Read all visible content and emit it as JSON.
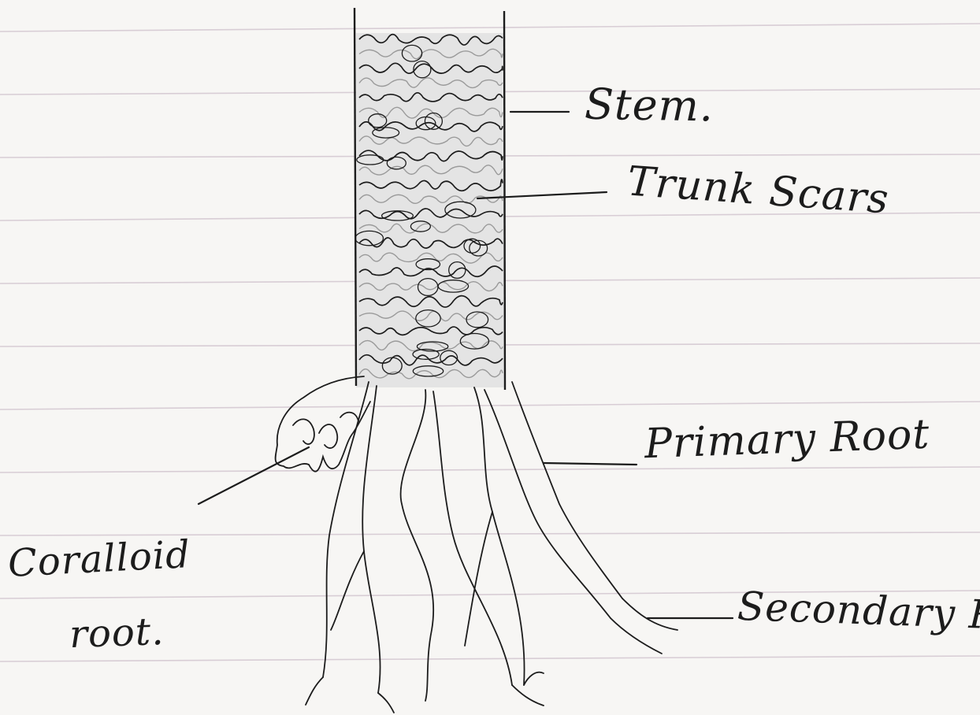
{
  "diagram": {
    "paper": "ruled notebook page",
    "colors": {
      "paper": "#f7f6f4",
      "rule_line": "#d8cdd5",
      "ink": "#1c1c1c",
      "shade": "#9a9a9a"
    },
    "labels": {
      "stem": "Stem.",
      "trunk_scars": "Trunk Scars",
      "primary_root": "Primary Root",
      "secondary_root": "Secondary Root",
      "coralloid_line1": "Coralloid",
      "coralloid_line2": "root."
    }
  }
}
